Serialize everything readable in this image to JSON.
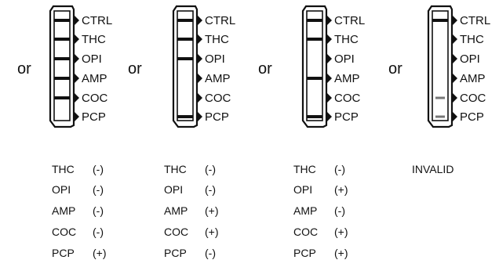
{
  "separator": "or",
  "labels": [
    "CTRL",
    "THC",
    "OPI",
    "AMP",
    "COC",
    "PCP"
  ],
  "panels": [
    {
      "lines": [
        "THC",
        "OPI",
        "AMP",
        "COC"
      ],
      "results": [
        {
          "drug": "THC",
          "mark": "(-)"
        },
        {
          "drug": "OPI",
          "mark": "(-)"
        },
        {
          "drug": "AMP",
          "mark": "(-)"
        },
        {
          "drug": "COC",
          "mark": "(-)"
        },
        {
          "drug": "PCP",
          "mark": "(+)"
        }
      ]
    },
    {
      "lines": [
        "THC",
        "OPI",
        "PCP"
      ],
      "results": [
        {
          "drug": "THC",
          "mark": "(-)"
        },
        {
          "drug": "OPI",
          "mark": "(-)"
        },
        {
          "drug": "AMP",
          "mark": "(+)"
        },
        {
          "drug": "COC",
          "mark": "(+)"
        },
        {
          "drug": "PCP",
          "mark": "(-)"
        }
      ]
    },
    {
      "lines": [
        "THC",
        "AMP",
        "PCP"
      ],
      "results": [
        {
          "drug": "THC",
          "mark": "(-)"
        },
        {
          "drug": "OPI",
          "mark": "(+)"
        },
        {
          "drug": "AMP",
          "mark": "(-)"
        },
        {
          "drug": "COC",
          "mark": "(+)"
        },
        {
          "drug": "PCP",
          "mark": "(+)"
        }
      ]
    },
    {
      "lines": [],
      "faint_lines": [
        "COC",
        "PCP"
      ],
      "invalid": "INVALID"
    }
  ]
}
